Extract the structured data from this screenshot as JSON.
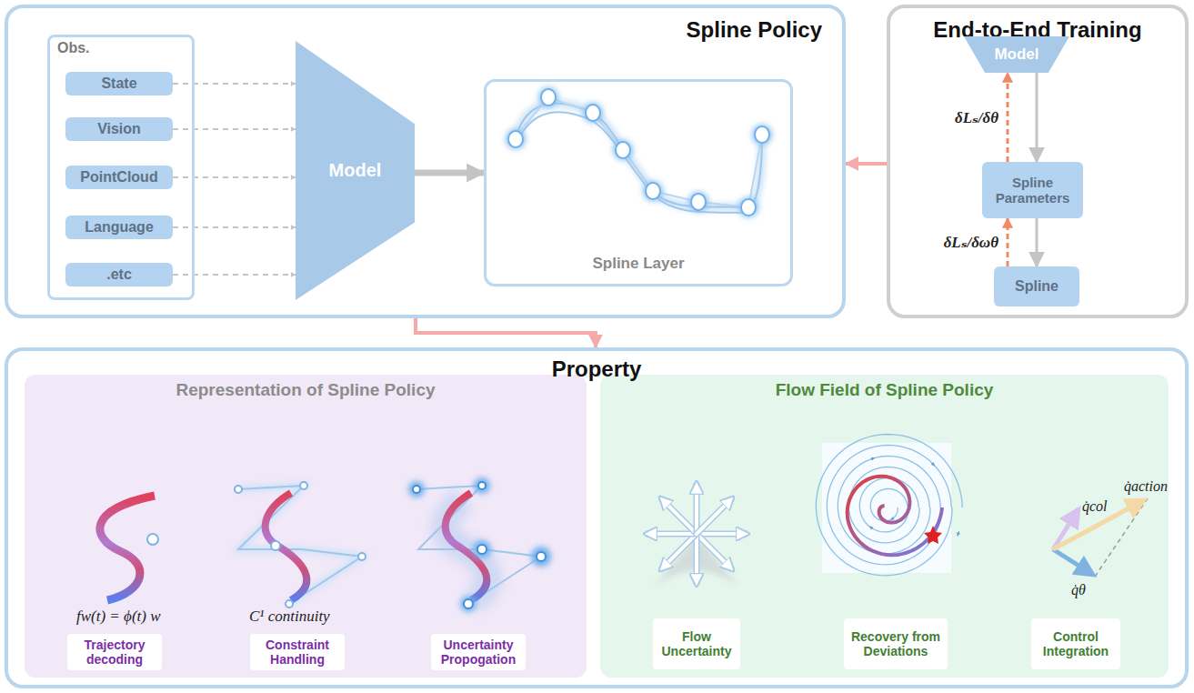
{
  "diagram": {
    "nodes": [
      {
        "text": [
          "Spline Policy"
        ]
      },
      {
        "text": [
          "Obs."
        ],
        "in": 0
      },
      {
        "text": [
          "State"
        ],
        "in": 1
      },
      {
        "text": [
          "Vision"
        ],
        "in": 1
      },
      {
        "text": [
          "PointCloud"
        ],
        "in": 1
      },
      {
        "text": [
          "Language"
        ],
        "in": 1
      },
      {
        "text": [
          ".etc"
        ],
        "in": 1
      },
      {
        "text": [
          "Model"
        ],
        "in": 0
      },
      {
        "text": [
          "Spline Layer"
        ],
        "in": 0
      },
      {
        "text": [
          "End-to-End Training"
        ]
      },
      {
        "text": [
          "Model"
        ],
        "in": 9
      },
      {
        "text": [
          "Spline Parameters"
        ],
        "in": 9
      },
      {
        "text": [
          "Spline"
        ],
        "in": 9
      },
      {
        "text": [
          "Property"
        ]
      },
      {
        "text": [
          "Representation of Spline Policy"
        ],
        "in": 13
      },
      {
        "text": [
          "Trajectory decoding"
        ],
        "in": 14
      },
      {
        "text": [
          "Constraint Handling"
        ],
        "in": 14
      },
      {
        "text": [
          "Uncertainty Propogation"
        ],
        "in": 14
      },
      {
        "text": [
          "Flow Field of Spline Policy"
        ],
        "in": 13
      },
      {
        "text": [
          "Flow Uncertainty"
        ],
        "in": 18
      },
      {
        "text": [
          "Recovery from Deviations"
        ],
        "in": 18
      },
      {
        "text": [
          "Control Integration"
        ],
        "in": 18
      }
    ],
    "edges": [
      {
        "from": 2,
        "to": 7,
        "arrow": "to"
      },
      {
        "from": 3,
        "to": 7,
        "arrow": "to"
      },
      {
        "from": 4,
        "to": 7,
        "arrow": "to"
      },
      {
        "from": 5,
        "to": 7,
        "arrow": "to"
      },
      {
        "from": 6,
        "to": 7,
        "arrow": "to"
      },
      {
        "from": 7,
        "to": 8,
        "arrow": "to"
      },
      {
        "from": 9,
        "to": 0,
        "arrow": "to"
      },
      {
        "from": 0,
        "to": 13,
        "arrow": "to"
      },
      {
        "from": 10,
        "to": 11,
        "arrow": "to"
      },
      {
        "from": 11,
        "to": 10,
        "arrow": "to",
        "label": "δLₛ/δθ"
      },
      {
        "from": 11,
        "to": 12,
        "arrow": "to"
      },
      {
        "from": 12,
        "to": 11,
        "arrow": "to",
        "label": "δLₛ/δωθ"
      }
    ],
    "labels": [
      "fw(t) = ϕ(t) w",
      "C¹ continuity",
      "q̇col",
      "q̇action",
      "q̇θ"
    ]
  }
}
